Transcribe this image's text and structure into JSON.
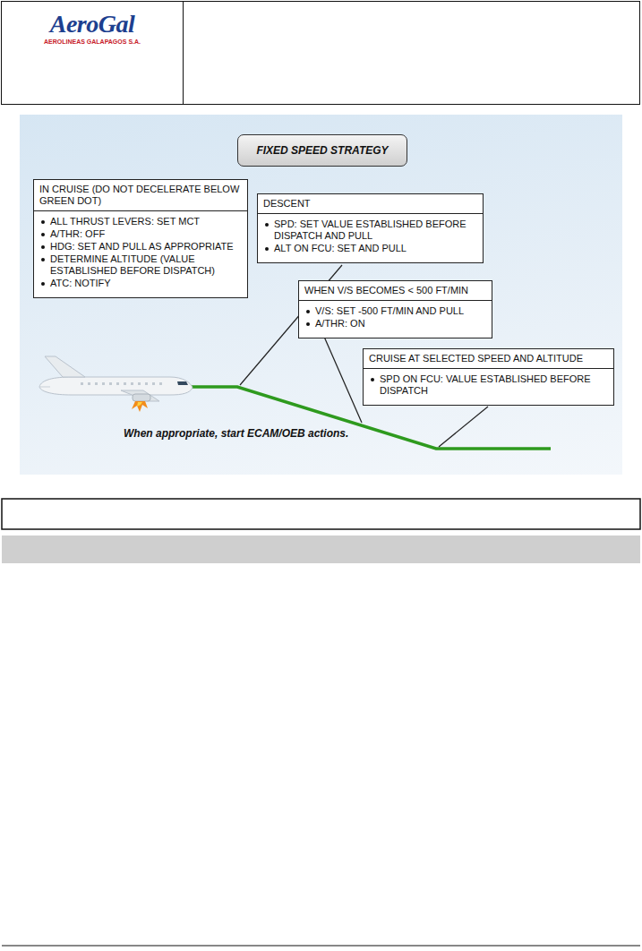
{
  "diagram": {
    "nodes": [
      {
        "text": [
          "AeroGal",
          "AEROLINEAS GALAPAGOS S.A."
        ]
      },
      {
        "text": [
          "FIXED SPEED STRATEGY"
        ]
      },
      {
        "text": [
          "IN CRUISE (DO NOT DECELERATE BELOW GREEN DOT)",
          "ALL THRUST LEVERS: SET MCT",
          "A/THR: OFF",
          "HDG: SET AND PULL AS APPROPRIATE",
          "DETERMINE ALTITUDE (VALUE ESTABLISHED BEFORE DISPATCH)",
          "ATC: NOTIFY"
        ]
      },
      {
        "text": [
          "DESCENT",
          "SPD: SET VALUE ESTABLISHED BEFORE DISPATCH AND PULL",
          "ALT ON FCU: SET AND PULL"
        ]
      },
      {
        "text": [
          "WHEN V/S BECOMES < 500 FT/MIN",
          "V/S: SET -500 FT/MIN AND PULL",
          "A/THR: ON"
        ]
      },
      {
        "text": [
          "CRUISE AT SELECTED SPEED AND ALTITUDE",
          "SPD ON FCU: VALUE ESTABLISHED BEFORE DISPATCH"
        ]
      }
    ],
    "labels": [
      "When appropriate, start ECAM/OEB actions."
    ]
  }
}
